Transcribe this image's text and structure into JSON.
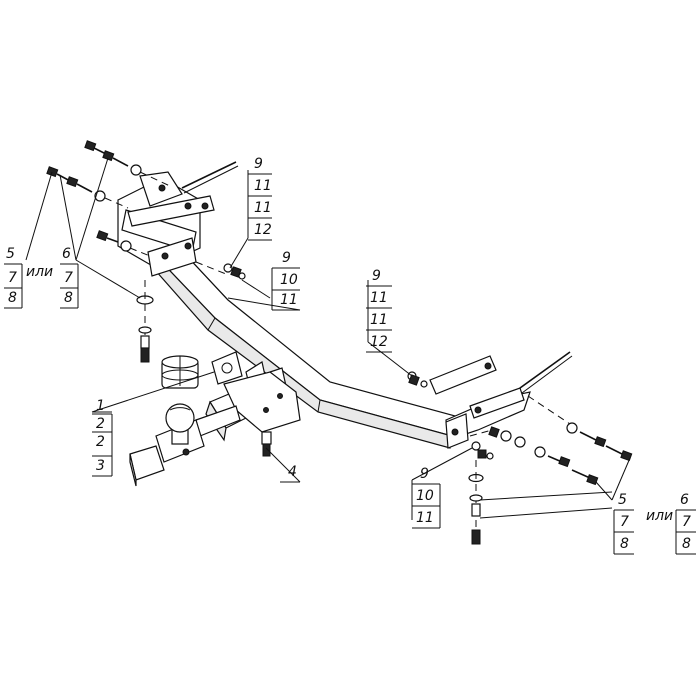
{
  "callouts": {
    "ball_group": [
      "1",
      "2",
      "2",
      "3"
    ],
    "bolt_4": "4",
    "left_stack": [
      "5",
      "7",
      "8"
    ],
    "left_or": "или",
    "left_stack_b": [
      "6",
      "7",
      "8"
    ],
    "upper_stack": [
      "9",
      "11",
      "11",
      "12"
    ],
    "upper_stack_b": [
      "9",
      "10",
      "11"
    ],
    "mid_stack": [
      "9",
      "11",
      "11",
      "12"
    ],
    "lower_stack": [
      "9",
      "10",
      "11"
    ],
    "right_stack": [
      "5",
      "7",
      "8"
    ],
    "right_or": "или",
    "right_stack_b": [
      "6",
      "7",
      "8"
    ]
  }
}
